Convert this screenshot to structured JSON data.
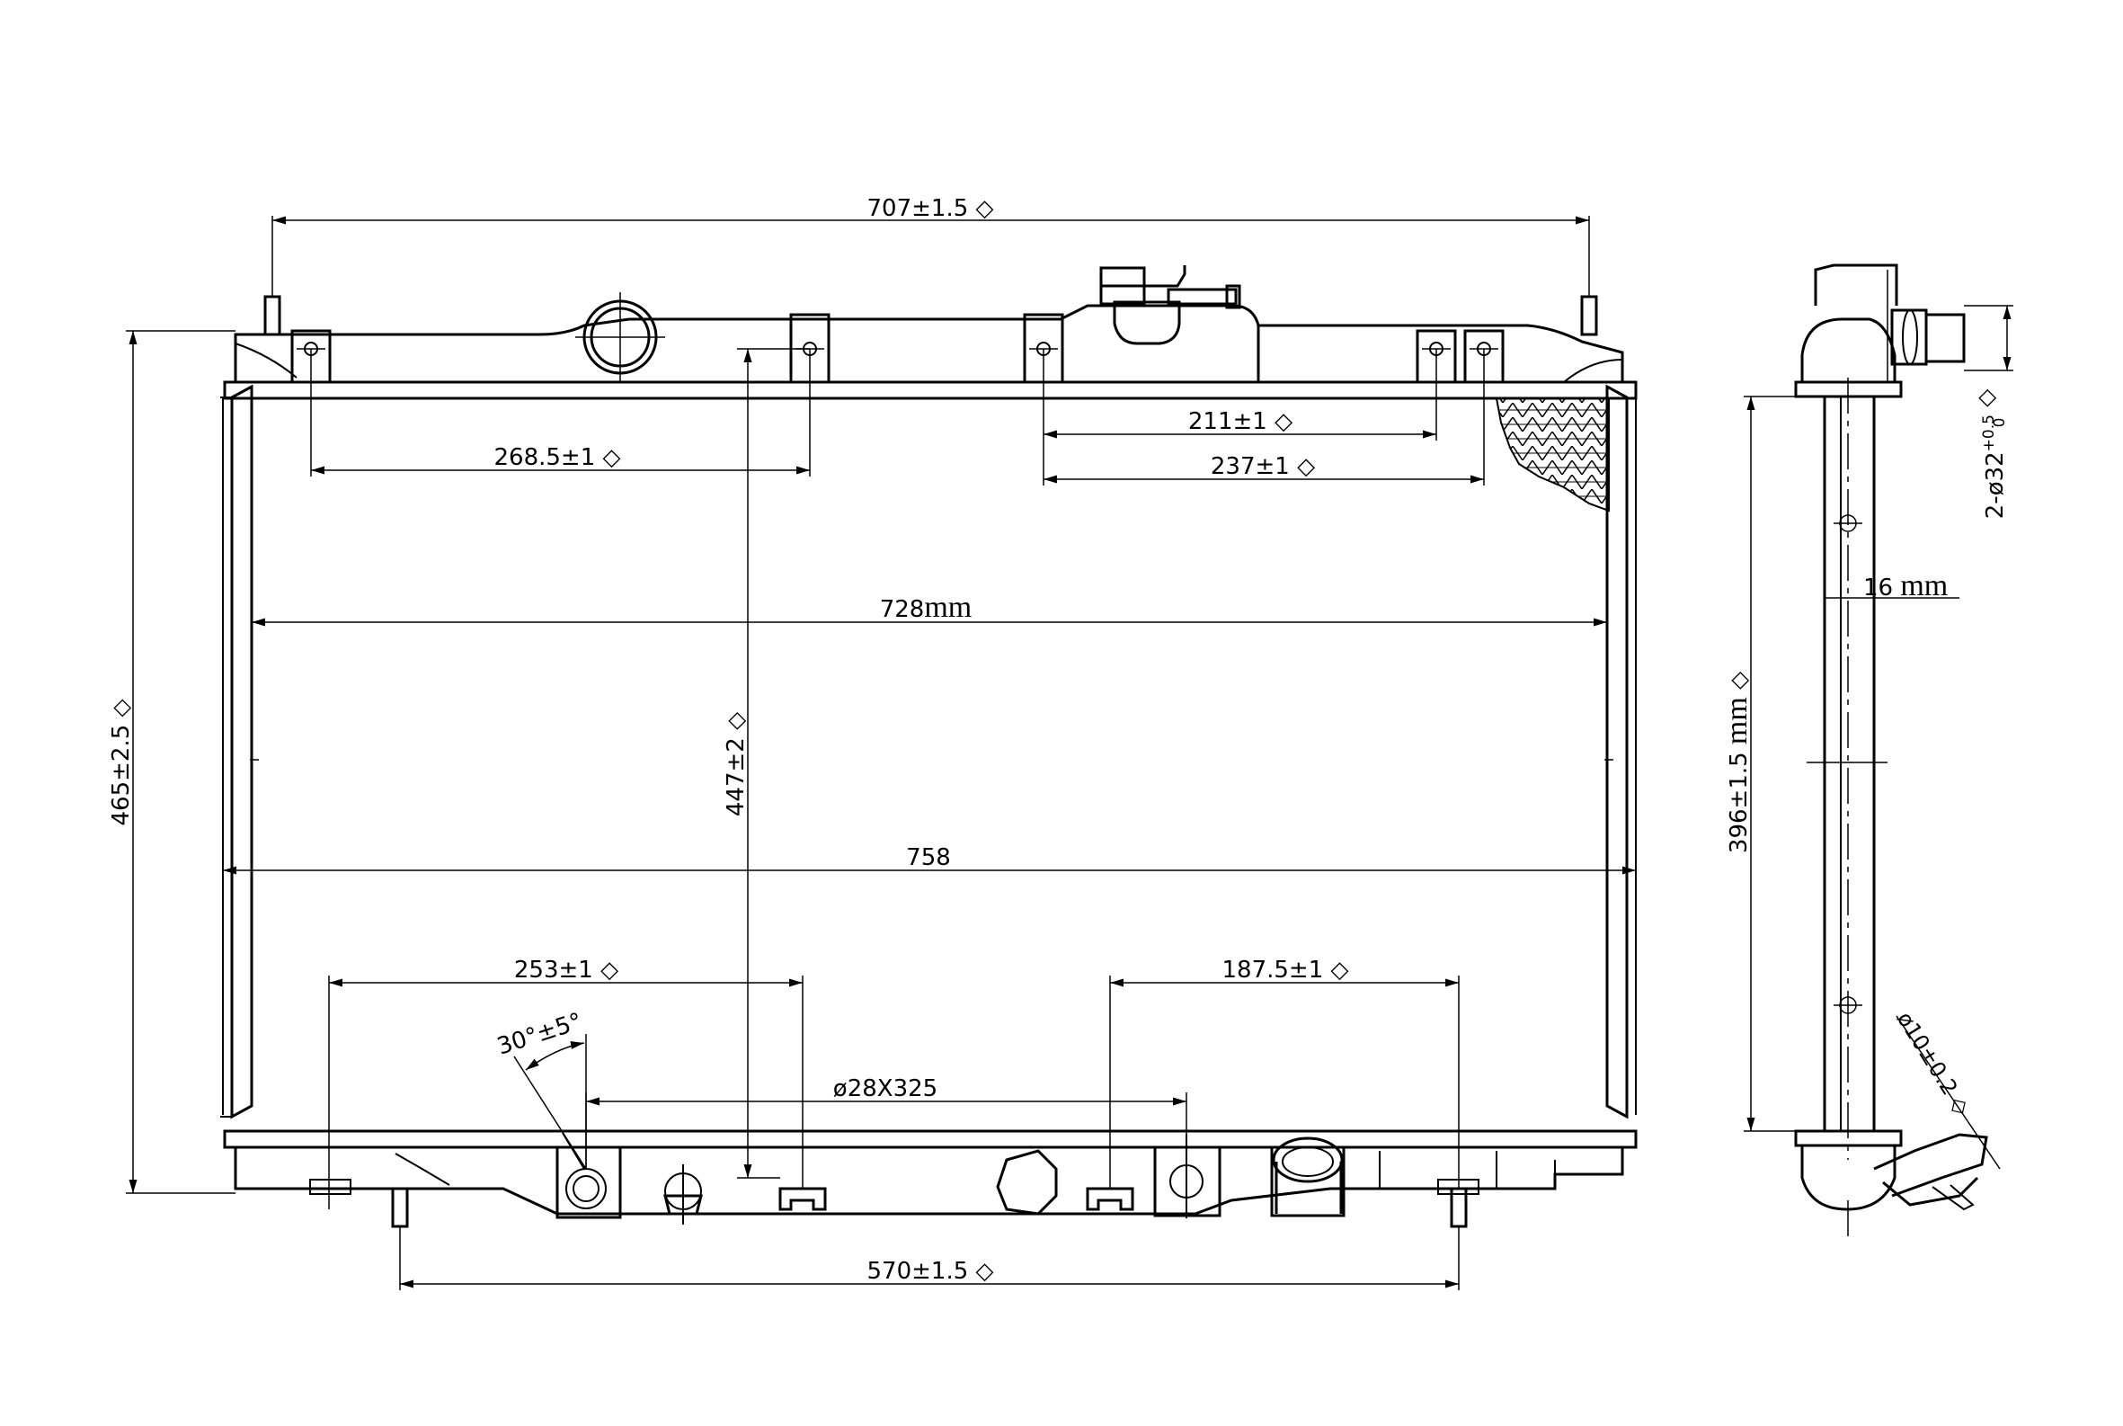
{
  "dimensions": {
    "top_width": "707±1.5",
    "top_mount_left": "268.5±1",
    "top_mount_right_inner": "211±1",
    "top_mount_right_outer": "237±1",
    "core_width": "728",
    "core_width_unit": "mm",
    "overall_width": "758",
    "height_total": "465±2.5",
    "height_mount": "447±2",
    "bottom_left": "253±1",
    "bottom_right": "187.5±1",
    "tube": "ø28X325",
    "angle": "30°±5°",
    "bottom_width": "570±1.5",
    "side_height": "396±1.5",
    "side_height_unit": "mm",
    "core_thickness": "16",
    "core_thickness_unit": "mm",
    "inlet_pipe_main": "2-ø32",
    "inlet_pipe_tol_upper": "+0.5",
    "inlet_pipe_tol_lower": "0",
    "drain_pipe": "ø10±0.2"
  },
  "symbols": {
    "critical_dimension": "◇"
  }
}
